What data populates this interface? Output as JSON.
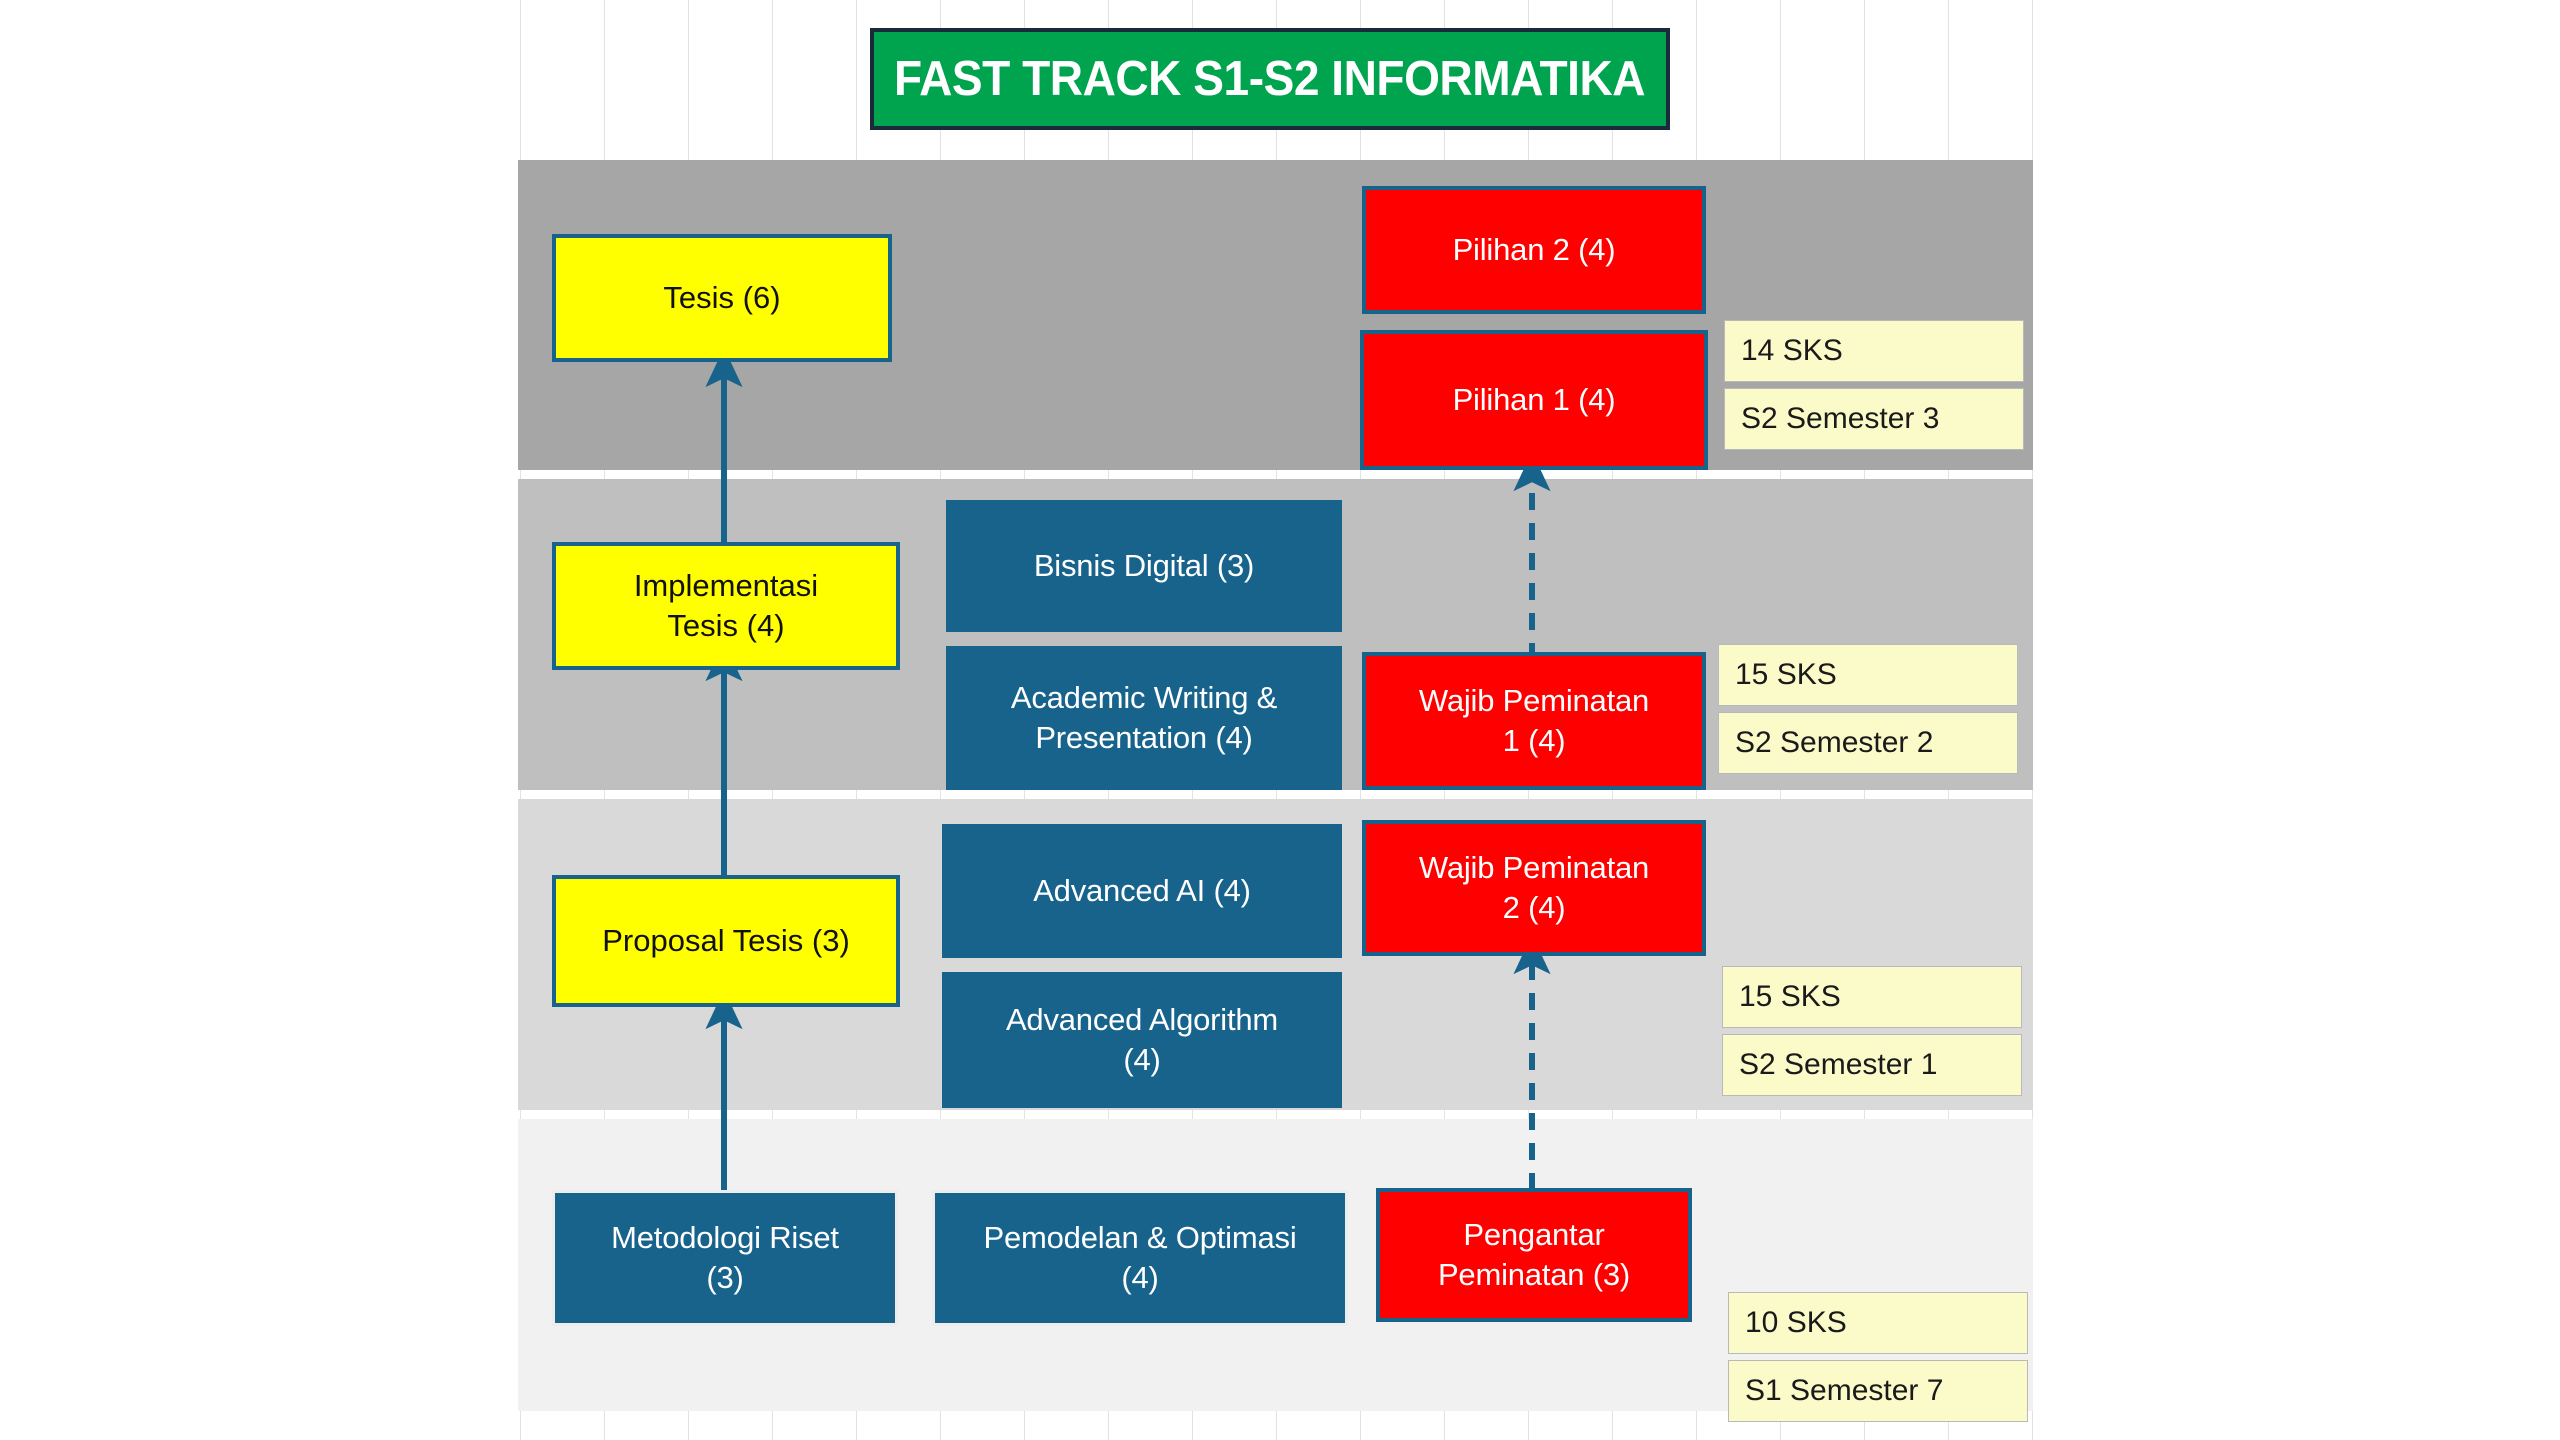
{
  "title": {
    "text": "FAST TRACK S1-S2 INFORMATIKA",
    "bg_color": "#00A44F",
    "border_color": "#1b2a3a",
    "text_color": "#FFFFFF"
  },
  "colors": {
    "thesis_track": "#FFFF00",
    "elective_track": "#FF0000",
    "core_course": "#17638C",
    "tag_bg": "#FBFAC9",
    "band_sem3": "#A6A6A6",
    "band_sem2": "#BFBFBF",
    "band_sem1": "#D9D9D9",
    "band_s1sem7": "#F1F1F1",
    "arrow": "#17638C"
  },
  "bands": [
    {
      "id": "s2-semester-3",
      "sks": "14 SKS",
      "semester": "S2 Semester 3",
      "courses": [
        {
          "name": "Tesis (6)",
          "credits": 6,
          "type": "thesis"
        },
        {
          "name": "Pilihan 2 (4)",
          "credits": 4,
          "type": "elective"
        },
        {
          "name": "Pilihan 1 (4)",
          "credits": 4,
          "type": "elective"
        }
      ]
    },
    {
      "id": "s2-semester-2",
      "sks": "15 SKS",
      "semester": "S2 Semester 2",
      "courses": [
        {
          "name": "Implementasi\nTesis (4)",
          "credits": 4,
          "type": "thesis"
        },
        {
          "name": "Bisnis Digital (3)",
          "credits": 3,
          "type": "core"
        },
        {
          "name": "Academic Writing &\nPresentation (4)",
          "credits": 4,
          "type": "core"
        },
        {
          "name": "Wajib Peminatan\n1 (4)",
          "credits": 4,
          "type": "elective"
        }
      ]
    },
    {
      "id": "s2-semester-1",
      "sks": "15 SKS",
      "semester": "S2 Semester 1",
      "courses": [
        {
          "name": "Proposal Tesis (3)",
          "credits": 3,
          "type": "thesis"
        },
        {
          "name": "Advanced AI (4)",
          "credits": 4,
          "type": "core"
        },
        {
          "name": "Advanced Algorithm\n(4)",
          "credits": 4,
          "type": "core"
        },
        {
          "name": "Wajib Peminatan\n2 (4)",
          "credits": 4,
          "type": "elective"
        }
      ]
    },
    {
      "id": "s1-semester-7",
      "sks": "10 SKS",
      "semester": "S1 Semester 7",
      "courses": [
        {
          "name": "Metodologi Riset\n(3)",
          "credits": 3,
          "type": "core"
        },
        {
          "name": "Pemodelan & Optimasi\n(4)",
          "credits": 4,
          "type": "core"
        },
        {
          "name": "Pengantar\nPeminatan (3)",
          "credits": 3,
          "type": "elective"
        }
      ]
    }
  ],
  "boxes": {
    "tesis": "Tesis (6)",
    "pilihan2": "Pilihan 2 (4)",
    "pilihan1": "Pilihan 1 (4)",
    "implementasi_tesis": "Implementasi\nTesis (4)",
    "bisnis_digital": "Bisnis Digital (3)",
    "academic_writing": "Academic Writing &\nPresentation (4)",
    "wajib_peminatan_1": "Wajib Peminatan\n1 (4)",
    "proposal_tesis": "Proposal Tesis (3)",
    "advanced_ai": "Advanced AI (4)",
    "advanced_algorithm": "Advanced Algorithm\n(4)",
    "wajib_peminatan_2": "Wajib Peminatan\n2 (4)",
    "metodologi_riset": "Metodologi Riset\n(3)",
    "pemodelan_optimasi": "Pemodelan & Optimasi\n(4)",
    "pengantar_peminatan": "Pengantar\nPeminatan (3)"
  },
  "tags": {
    "sks_sem3": "14 SKS",
    "label_sem3": "S2 Semester 3",
    "sks_sem2": "15 SKS",
    "label_sem2": "S2 Semester 2",
    "sks_sem1": "15 SKS",
    "label_sem1": "S2 Semester 1",
    "sks_s1sem7": "10 SKS",
    "label_s1sem7": "S1 Semester 7"
  }
}
